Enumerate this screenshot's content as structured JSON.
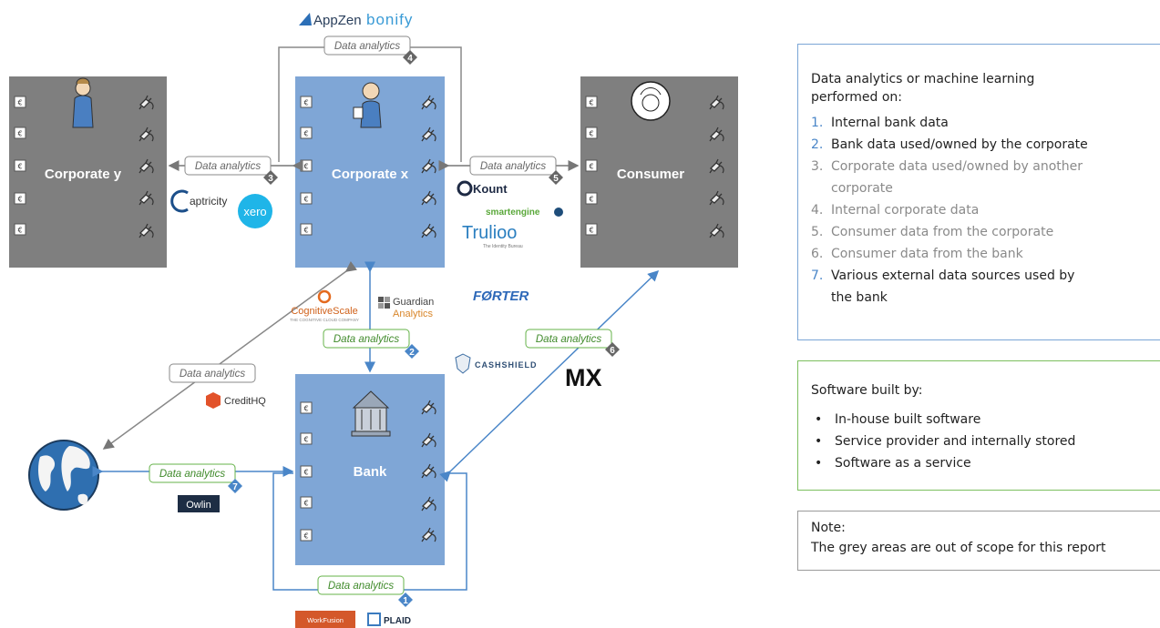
{
  "logos": {
    "appzen": "AppZen",
    "bonify": "bonify",
    "captricity": "aptricity",
    "xero": "xero",
    "kount": "Kount",
    "smartengine": "smartengine",
    "trulioo": "Trulioo",
    "trulioo_tagline": "The Identity Bureau",
    "cognitivescale": "CognitiveScale",
    "cognitivescale_tagline": "THE COGNITIVE CLOUD COMPANY",
    "guardian_top": "Guardian",
    "guardian_bottom": "Analytics",
    "forter": "FØRTER",
    "cashshield": "CASHSHIELD",
    "mx": "MX",
    "credithq": "CreditHQ",
    "owlin": "Owlin",
    "workfusion": "WorkFusion",
    "plaid": "PLAID"
  },
  "diagram": {
    "nodes": {
      "corporate_y": "Corporate y",
      "corporate_x": "Corporate x",
      "consumer": "Consumer",
      "bank": "Bank"
    },
    "flows": [
      {
        "label": "Data analytics",
        "number": "1"
      },
      {
        "label": "Data analytics",
        "number": "2"
      },
      {
        "label": "Data analytics",
        "number": "3"
      },
      {
        "label": "Data analytics",
        "number": "4"
      },
      {
        "label": "Data analytics",
        "number": "5"
      },
      {
        "label": "Data analytics",
        "number": "6"
      },
      {
        "label": "Data analytics",
        "number": "7"
      },
      {
        "label": "Data analytics"
      }
    ],
    "colors": {
      "blue_box": "#7fa6d6",
      "grey_box": "#7f7f7f",
      "green_flow": "#66b34a",
      "blue_flow": "#4a86c8",
      "grey_flow": "#8a8a8a"
    }
  },
  "legend_analytics": {
    "heading": "Data analytics or machine learning performed on:",
    "items": [
      {
        "num": "1.",
        "text": "Internal bank data",
        "dim": false
      },
      {
        "num": "2.",
        "text": "Bank data used/owned by the corporate",
        "dim": false
      },
      {
        "num": "3.",
        "text": "Corporate data used/owned by another corporate",
        "dim": true
      },
      {
        "num": "4.",
        "text": "Internal corporate data",
        "dim": true
      },
      {
        "num": "5.",
        "text": "Consumer data from the corporate",
        "dim": true
      },
      {
        "num": "6.",
        "text": "Consumer data from the bank",
        "dim": true
      },
      {
        "num": "7.",
        "text": "Various external data sources used by the bank",
        "dim": false
      }
    ]
  },
  "legend_software": {
    "heading": "Software built by:",
    "items": [
      "In-house built software",
      "Service provider and internally stored",
      "Software as a service"
    ]
  },
  "legend_note": {
    "title": "Note:",
    "text": "The grey areas are out of scope for this report"
  }
}
